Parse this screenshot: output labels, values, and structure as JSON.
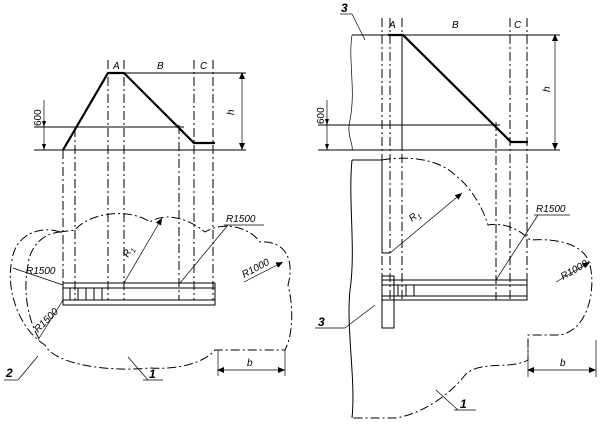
{
  "labels": {
    "A": "A",
    "B": "B",
    "C": "C",
    "h": "h",
    "b": "b",
    "dim600": "600",
    "r1": "R",
    "r1_sub": "1",
    "r1500": "R1500",
    "r1000": "R1000",
    "n1": "1",
    "n2": "2",
    "n3": "3"
  }
}
